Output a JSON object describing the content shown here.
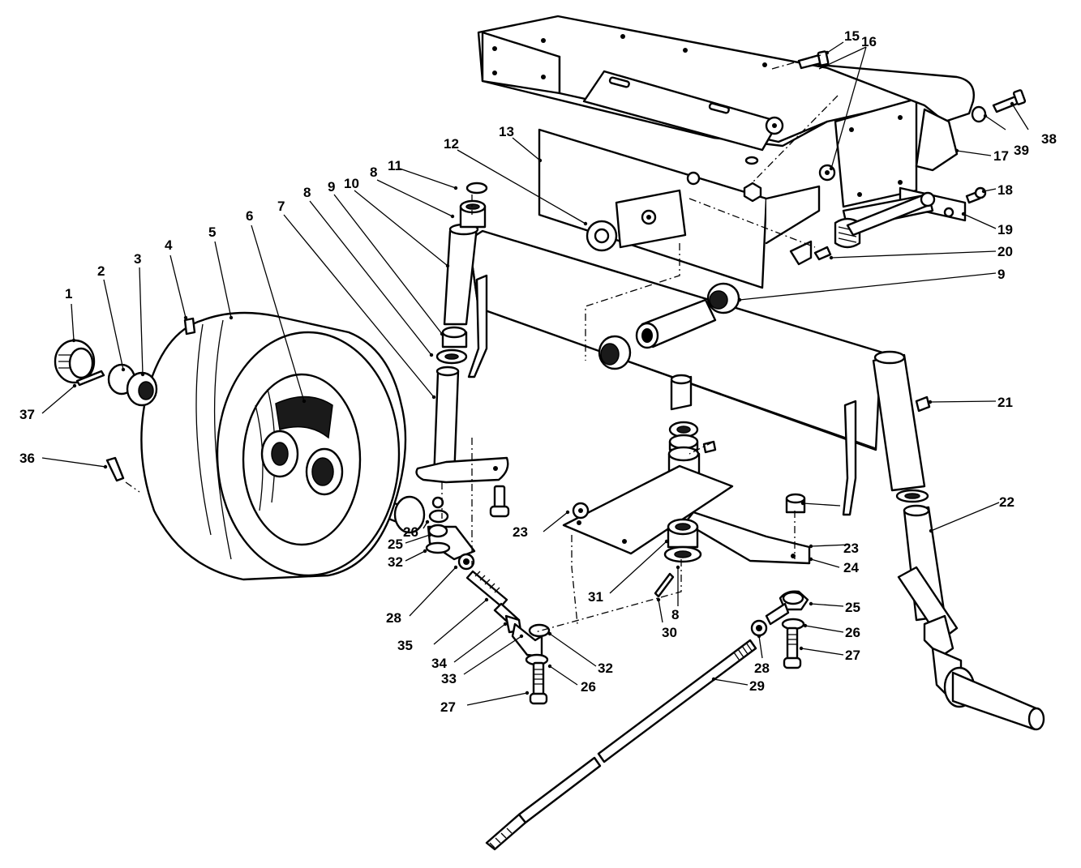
{
  "diagram": {
    "callouts": [
      "1",
      "2",
      "3",
      "4",
      "5",
      "6",
      "7",
      "8",
      "8",
      "8",
      "9",
      "9",
      "10",
      "11",
      "12",
      "13",
      "15",
      "16",
      "17",
      "18",
      "19",
      "20",
      "21",
      "22",
      "23",
      "23",
      "24",
      "25",
      "25",
      "26",
      "26",
      "26",
      "27",
      "27",
      "28",
      "28",
      "29",
      "30",
      "31",
      "32",
      "32",
      "33",
      "34",
      "35",
      "36",
      "37",
      "38",
      "39"
    ]
  }
}
